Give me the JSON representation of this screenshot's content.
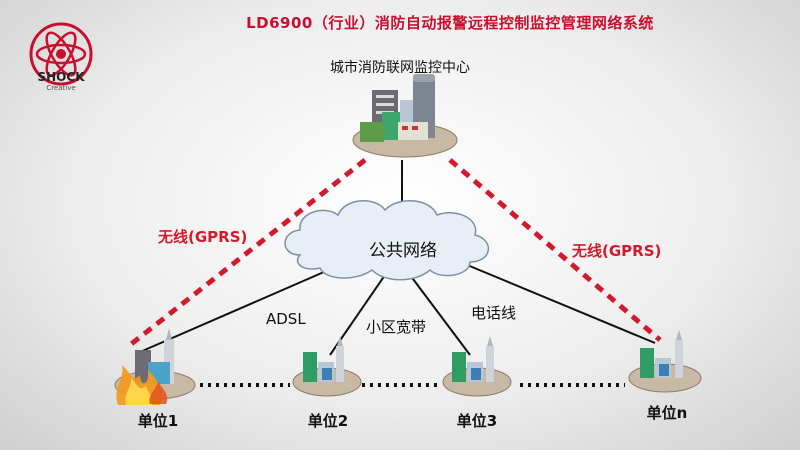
{
  "title": "LD6900（行业）消防自动报警远程控制监控管理网络系统",
  "logo": {
    "text": "SHOCK",
    "subtext": "Creative",
    "icon": "atom-logo-icon"
  },
  "center": {
    "label": "城市消防联网监控中心",
    "icon": "building-cluster-icon"
  },
  "wireless": {
    "left": "无线(GPRS)",
    "right": "无线(GPRS)"
  },
  "cloud": {
    "label": "公共网络",
    "icon": "cloud-icon"
  },
  "links": {
    "adsl": "ADSL",
    "broadband": "小区宽带",
    "phone": "电话线"
  },
  "units": [
    {
      "label": "单位1",
      "on_fire": true
    },
    {
      "label": "单位2",
      "on_fire": false
    },
    {
      "label": "单位3",
      "on_fire": false
    },
    {
      "label": "单位n",
      "on_fire": false
    }
  ],
  "colors": {
    "title": "#c8102e",
    "wireless_line": "#d21a2c",
    "link_line": "#111111"
  }
}
